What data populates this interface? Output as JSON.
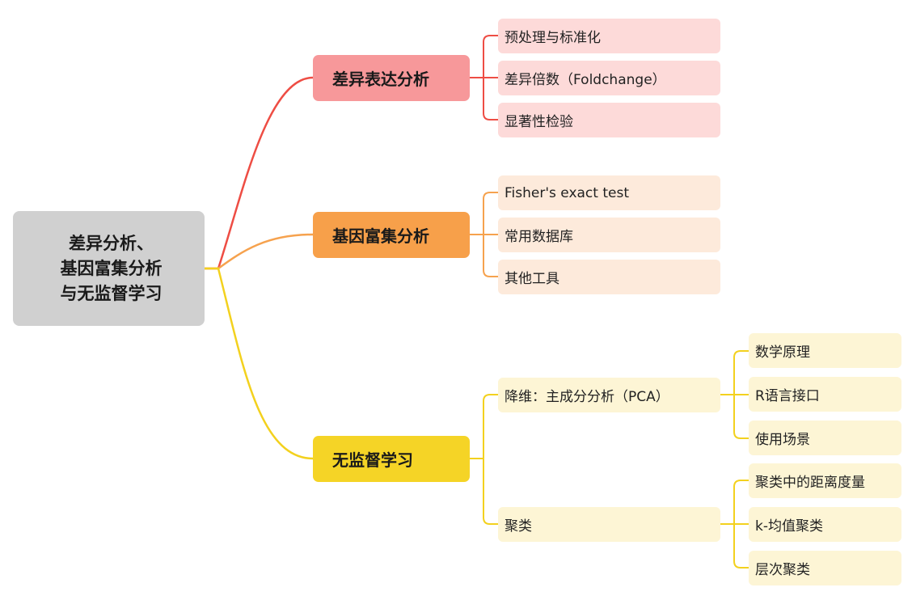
{
  "colors": {
    "root_bg": "#d0d0d0",
    "red_branch_bg": "#f7989a",
    "red_leaf_bg": "#fddad9",
    "red_line": "#ee4d44",
    "orange_branch_bg": "#f7a04a",
    "orange_leaf_bg": "#fdeadb",
    "orange_line": "#f6a24e",
    "yellow_branch_bg": "#f5d426",
    "yellow_leaf_bg": "#fdf5d5",
    "yellow_line": "#f3d11e"
  },
  "root": {
    "lines": [
      "差异分析、",
      "基因富集分析",
      "与无监督学习"
    ]
  },
  "branches": [
    {
      "label": "差异表达分析",
      "children": [
        "预处理与标准化",
        "差异倍数（Foldchange）",
        "显著性检验"
      ]
    },
    {
      "label": "基因富集分析",
      "children": [
        "Fisher's exact test",
        "常用数据库",
        "其他工具"
      ]
    },
    {
      "label": "无监督学习",
      "children": [
        {
          "label": "降维：主成分分析（PCA）",
          "children": [
            "数学原理",
            "R语言接口",
            "使用场景"
          ]
        },
        {
          "label": "聚类",
          "children": [
            "聚类中的距离度量",
            "k-均值聚类",
            "层次聚类"
          ]
        }
      ]
    }
  ]
}
